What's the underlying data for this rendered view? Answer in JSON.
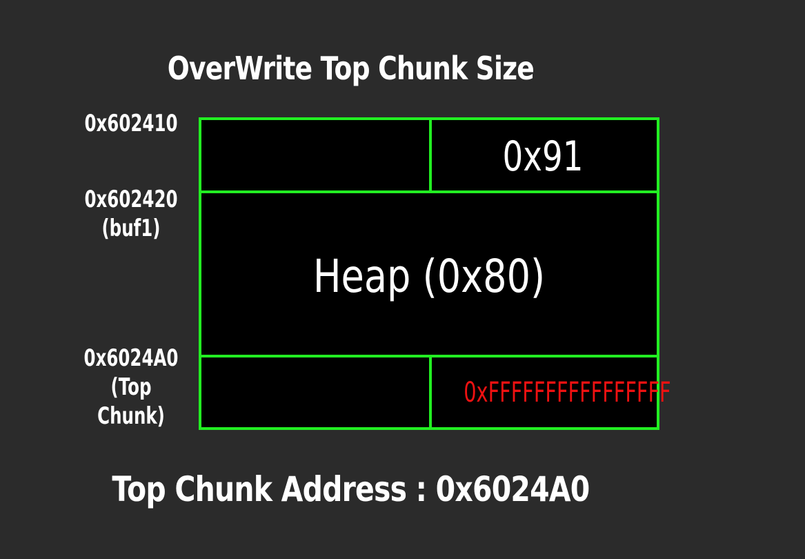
{
  "title": "OverWrite Top Chunk Size",
  "addresses": {
    "row1": "0x602410",
    "row2": "0x602420",
    "row2_note": "(buf1)",
    "row3": "0x6024A0",
    "row3_note": "(Top Chunk)"
  },
  "chunk": {
    "size_value": "0x91",
    "heap_label": "Heap (0x80)",
    "top_size_value": "0xFFFFFFFFFFFFFFFF"
  },
  "footer": "Top Chunk Address : 0x6024A0",
  "colors": {
    "background": "#2b2b2b",
    "border": "#22ee22",
    "cell": "#000000",
    "overwritten_value": "#ee1111",
    "text": "#ffffff"
  }
}
